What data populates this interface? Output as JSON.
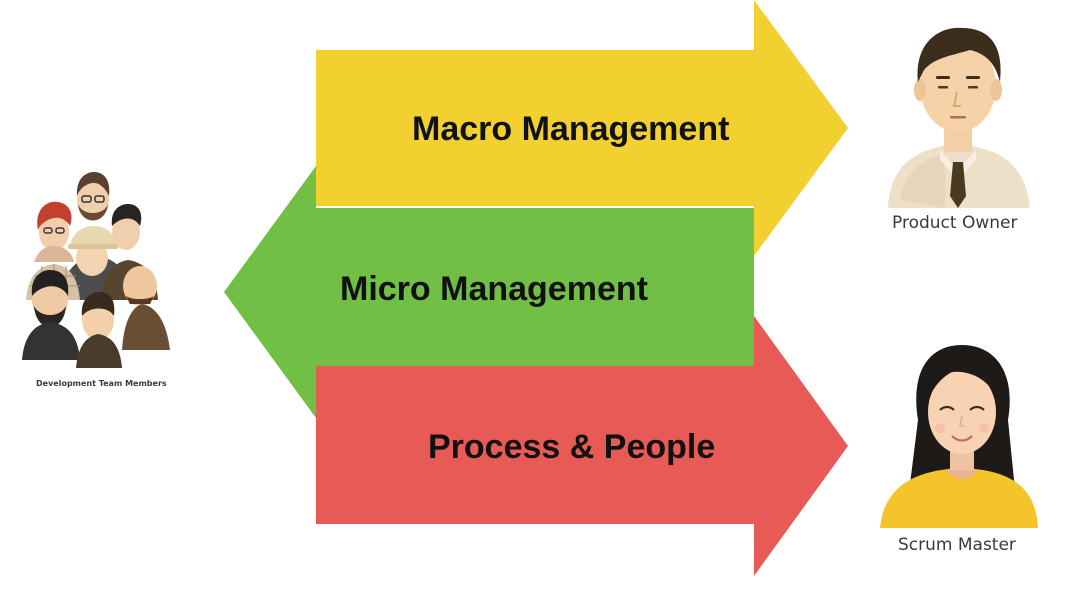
{
  "arrows": [
    {
      "id": "macro",
      "label": "Macro Management",
      "direction": "right",
      "color": "#f2d02f"
    },
    {
      "id": "micro",
      "label": "Micro Management",
      "direction": "left",
      "color": "#72bf45"
    },
    {
      "id": "process",
      "label": "Process & People",
      "direction": "right",
      "color": "#e85a56"
    }
  ],
  "roles": {
    "product_owner": "Product Owner",
    "scrum_master": "Scrum Master",
    "development_team": "Development Team Members"
  }
}
